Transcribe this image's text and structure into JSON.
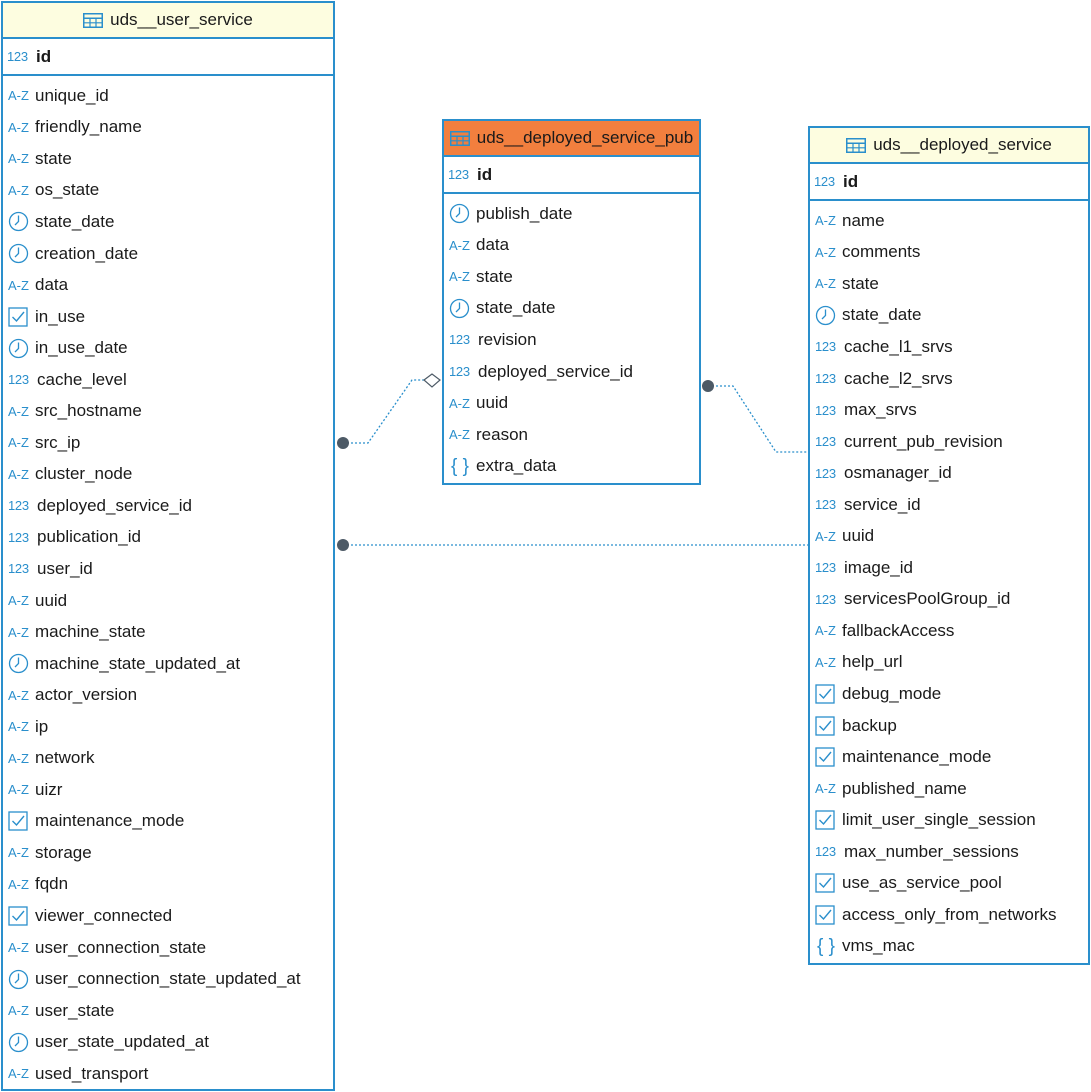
{
  "entities": {
    "user_service": {
      "title": "uds__user_service",
      "pk": "id",
      "columns": [
        {
          "name": "unique_id",
          "type": "string"
        },
        {
          "name": "friendly_name",
          "type": "string"
        },
        {
          "name": "state",
          "type": "string"
        },
        {
          "name": "os_state",
          "type": "string"
        },
        {
          "name": "state_date",
          "type": "datetime"
        },
        {
          "name": "creation_date",
          "type": "datetime"
        },
        {
          "name": "data",
          "type": "string"
        },
        {
          "name": "in_use",
          "type": "boolean"
        },
        {
          "name": "in_use_date",
          "type": "datetime"
        },
        {
          "name": "cache_level",
          "type": "number"
        },
        {
          "name": "src_hostname",
          "type": "string"
        },
        {
          "name": "src_ip",
          "type": "string"
        },
        {
          "name": "cluster_node",
          "type": "string"
        },
        {
          "name": "deployed_service_id",
          "type": "number"
        },
        {
          "name": "publication_id",
          "type": "number"
        },
        {
          "name": "user_id",
          "type": "number"
        },
        {
          "name": "uuid",
          "type": "string"
        },
        {
          "name": "machine_state",
          "type": "string"
        },
        {
          "name": "machine_state_updated_at",
          "type": "datetime"
        },
        {
          "name": "actor_version",
          "type": "string"
        },
        {
          "name": "ip",
          "type": "string"
        },
        {
          "name": "network",
          "type": "string"
        },
        {
          "name": "uizr",
          "type": "string"
        },
        {
          "name": "maintenance_mode",
          "type": "boolean"
        },
        {
          "name": "storage",
          "type": "string"
        },
        {
          "name": "fqdn",
          "type": "string"
        },
        {
          "name": "viewer_connected",
          "type": "boolean"
        },
        {
          "name": "user_connection_state",
          "type": "string"
        },
        {
          "name": "user_connection_state_updated_at",
          "type": "datetime"
        },
        {
          "name": "user_state",
          "type": "string"
        },
        {
          "name": "user_state_updated_at",
          "type": "datetime"
        },
        {
          "name": "used_transport",
          "type": "string"
        }
      ]
    },
    "deployed_service_pub": {
      "title": "uds__deployed_service_pub",
      "pk": "id",
      "selected": true,
      "columns": [
        {
          "name": "publish_date",
          "type": "datetime"
        },
        {
          "name": "data",
          "type": "string"
        },
        {
          "name": "state",
          "type": "string"
        },
        {
          "name": "state_date",
          "type": "datetime"
        },
        {
          "name": "revision",
          "type": "number"
        },
        {
          "name": "deployed_service_id",
          "type": "number"
        },
        {
          "name": "uuid",
          "type": "string"
        },
        {
          "name": "reason",
          "type": "string"
        },
        {
          "name": "extra_data",
          "type": "json"
        }
      ]
    },
    "deployed_service": {
      "title": "uds__deployed_service",
      "pk": "id",
      "columns": [
        {
          "name": "name",
          "type": "string"
        },
        {
          "name": "comments",
          "type": "string"
        },
        {
          "name": "state",
          "type": "string"
        },
        {
          "name": "state_date",
          "type": "datetime"
        },
        {
          "name": "cache_l1_srvs",
          "type": "number"
        },
        {
          "name": "cache_l2_srvs",
          "type": "number"
        },
        {
          "name": "max_srvs",
          "type": "number"
        },
        {
          "name": "current_pub_revision",
          "type": "number"
        },
        {
          "name": "osmanager_id",
          "type": "number"
        },
        {
          "name": "service_id",
          "type": "number"
        },
        {
          "name": "uuid",
          "type": "string"
        },
        {
          "name": "image_id",
          "type": "number"
        },
        {
          "name": "servicesPoolGroup_id",
          "type": "number"
        },
        {
          "name": "fallbackAccess",
          "type": "string"
        },
        {
          "name": "help_url",
          "type": "string"
        },
        {
          "name": "debug_mode",
          "type": "boolean"
        },
        {
          "name": "backup",
          "type": "boolean"
        },
        {
          "name": "maintenance_mode",
          "type": "boolean"
        },
        {
          "name": "published_name",
          "type": "string"
        },
        {
          "name": "limit_user_single_session",
          "type": "boolean"
        },
        {
          "name": "max_number_sessions",
          "type": "number"
        },
        {
          "name": "use_as_service_pool",
          "type": "boolean"
        },
        {
          "name": "access_only_from_networks",
          "type": "boolean"
        },
        {
          "name": "vms_mac",
          "type": "json"
        }
      ]
    }
  },
  "type_icons": {
    "number": "123",
    "string": "A-Z",
    "datetime": "clock-icon",
    "boolean": "checkbox-icon",
    "json": "{ }"
  },
  "colors": {
    "border": "#2a8fcc",
    "header_bg": "#fdfde0",
    "selected_header_bg": "#f27f3e",
    "link": "#2a8fcc",
    "endpoint": "#4d5a66"
  }
}
